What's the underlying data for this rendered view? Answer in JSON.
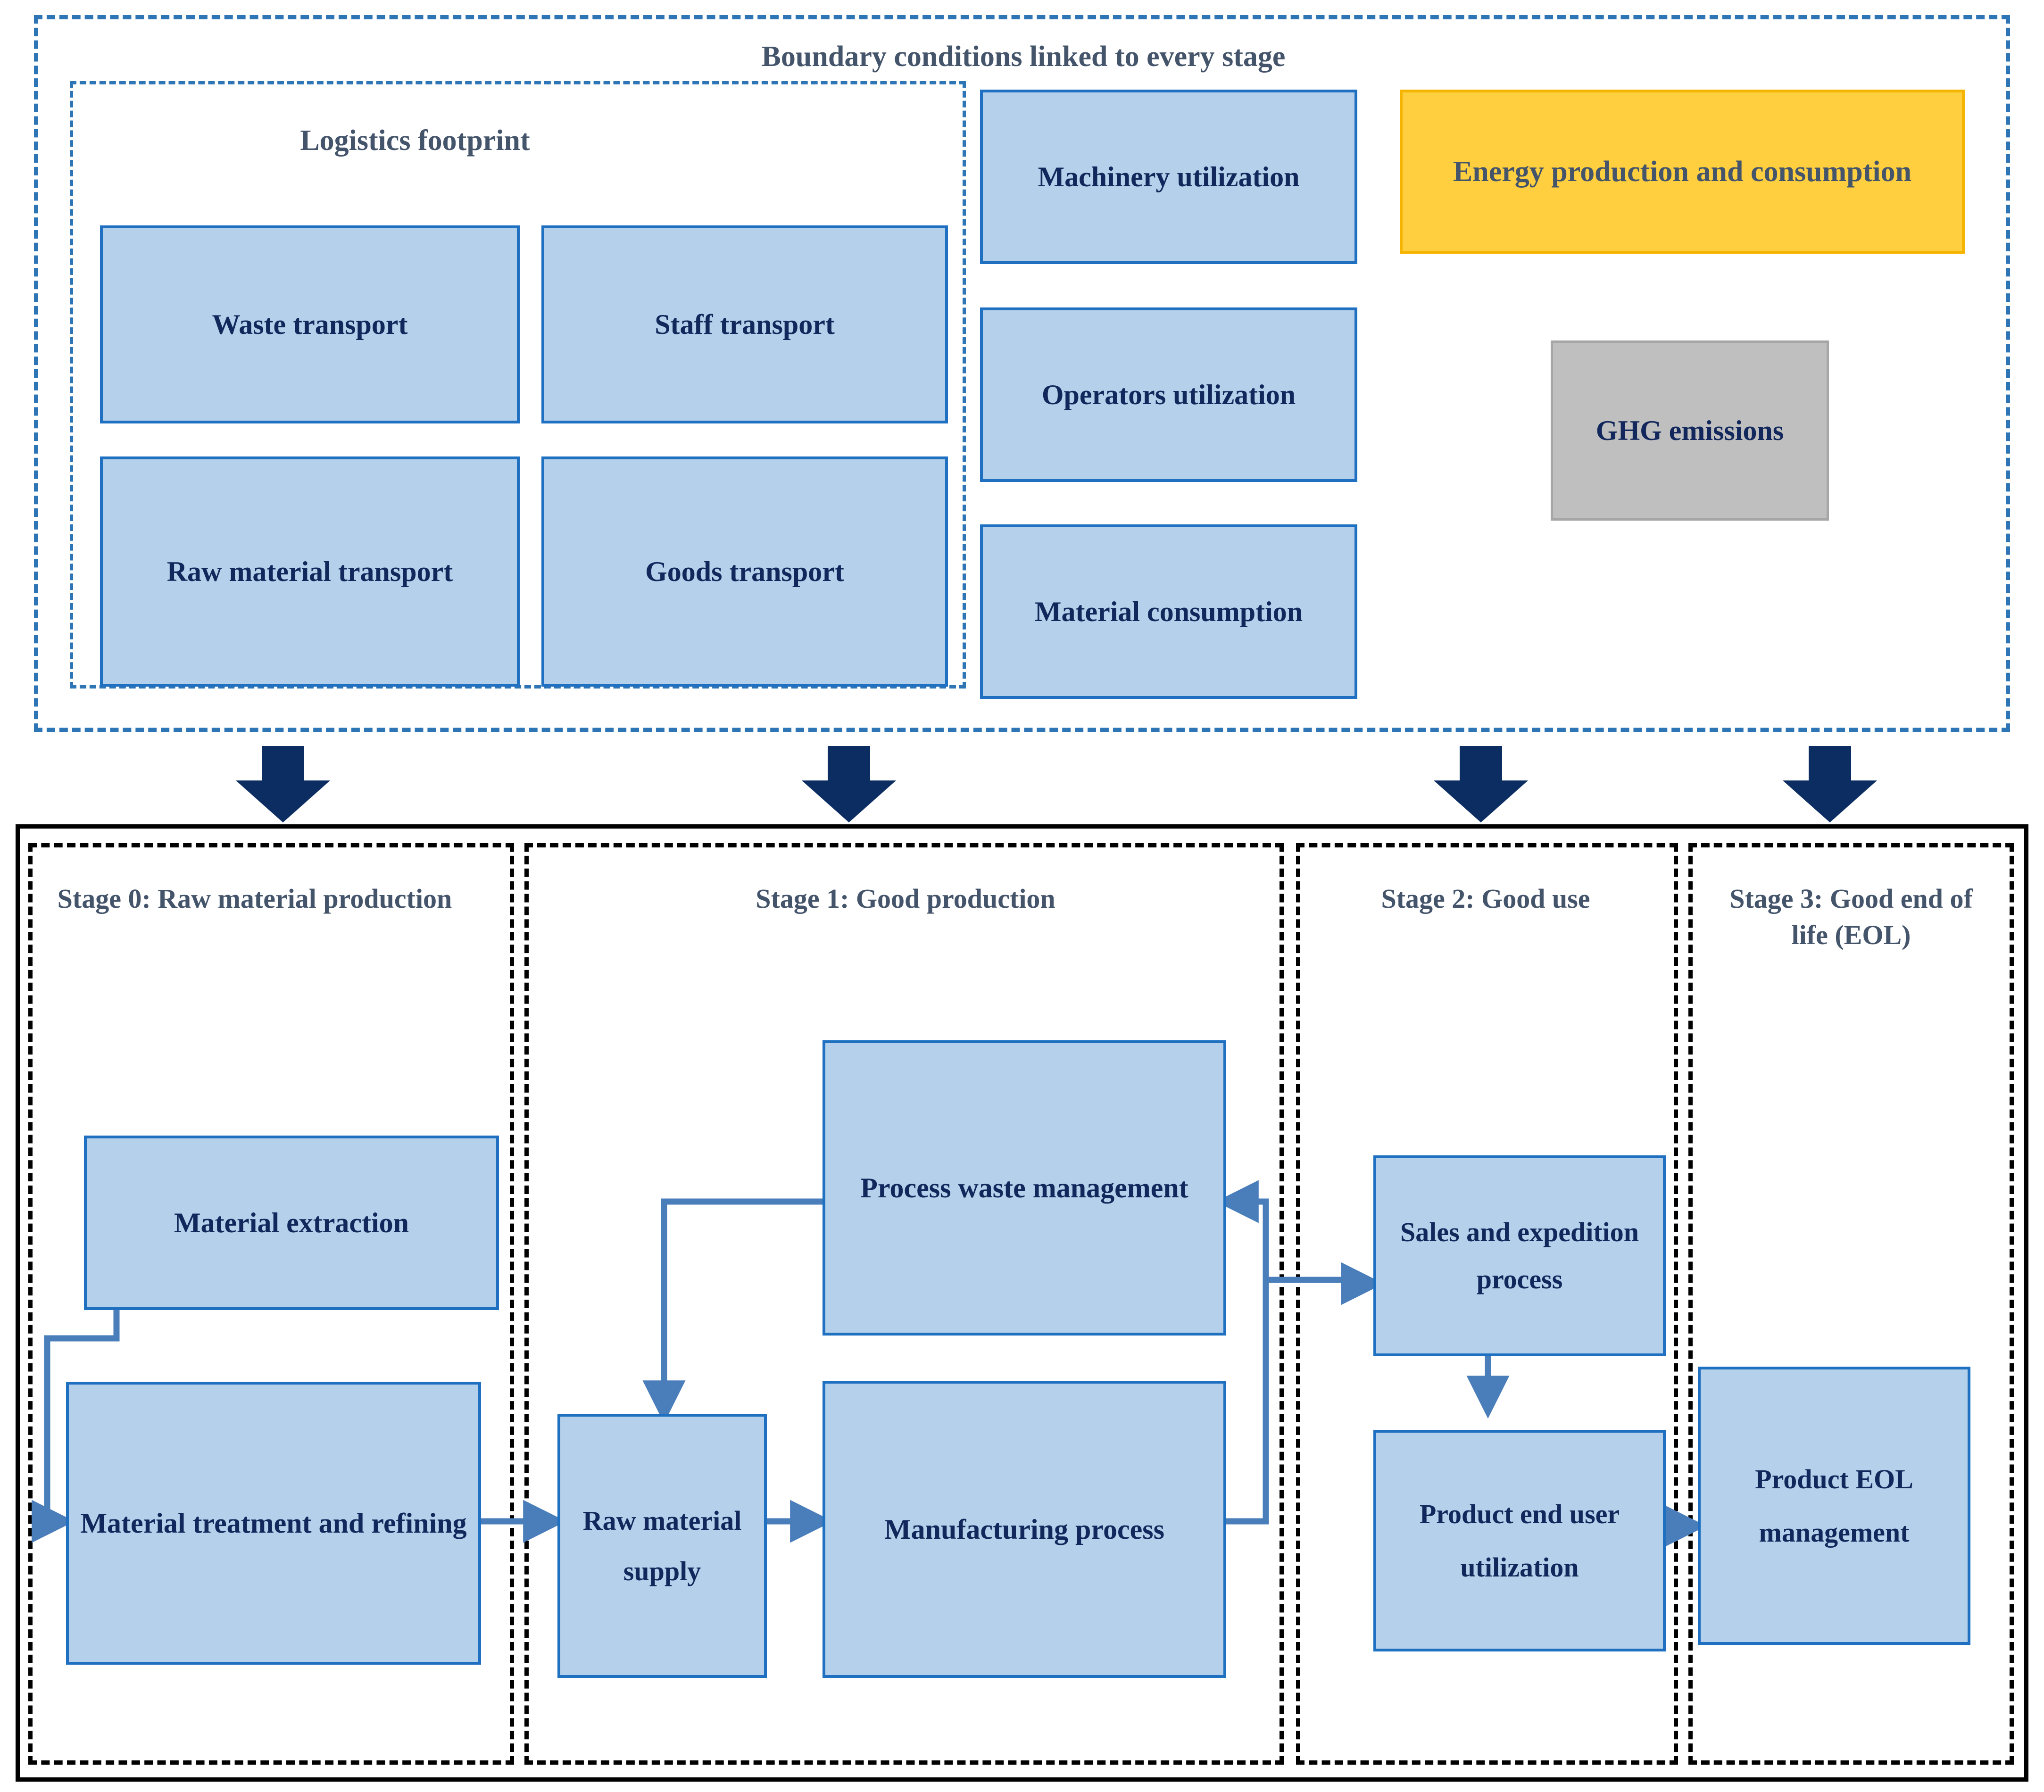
{
  "colors": {
    "box_fill": "#b4d0ea",
    "box_border": "#1f70c1",
    "box_text": "#12285c",
    "heading_text": "#44546a",
    "energy_fill": "#ffcf3f",
    "energy_border": "#f5b400",
    "ghg_fill": "#bfbfbf",
    "ghg_border": "#a6a6a6",
    "outer_dash": "#2e75b6",
    "stage_dash": "#000000",
    "connector": "#4a7ebb",
    "big_arrow": "#0b2d62"
  },
  "boundary": {
    "title": "Boundary conditions linked to every stage",
    "logistics": {
      "title": "Logistics footprint",
      "items": [
        {
          "label": "Waste transport"
        },
        {
          "label": "Staff transport"
        },
        {
          "label": "Raw material transport"
        },
        {
          "label": "Goods transport"
        }
      ]
    },
    "utilization": [
      {
        "label": "Machinery utilization"
      },
      {
        "label": "Operators utilization"
      },
      {
        "label": "Material consumption"
      }
    ],
    "energy": {
      "label": "Energy production and consumption"
    },
    "ghg": {
      "label": "GHG emissions"
    }
  },
  "lifecycle": {
    "stages": [
      {
        "id": "stage-0",
        "title": "Stage 0: Raw material production",
        "nodes": [
          {
            "id": "material-extraction",
            "label": "Material extraction"
          },
          {
            "id": "material-treatment",
            "label": "Material treatment and refining"
          }
        ]
      },
      {
        "id": "stage-1",
        "title": "Stage 1: Good production",
        "nodes": [
          {
            "id": "process-waste-management",
            "label": "Process waste management"
          },
          {
            "id": "raw-material-supply",
            "label": "Raw material supply"
          },
          {
            "id": "manufacturing-process",
            "label": "Manufacturing process"
          }
        ]
      },
      {
        "id": "stage-2",
        "title": "Stage 2: Good use",
        "nodes": [
          {
            "id": "sales-expedition",
            "label": "Sales and expedition process"
          },
          {
            "id": "product-end-user",
            "label": "Product end user utilization"
          }
        ]
      },
      {
        "id": "stage-3",
        "title": "Stage 3: Good end of life (EOL)",
        "nodes": [
          {
            "id": "product-eol",
            "label": "Product EOL management"
          }
        ]
      }
    ],
    "flows": [
      {
        "from": "material-extraction",
        "to": "material-treatment"
      },
      {
        "from": "material-treatment",
        "to": "raw-material-supply"
      },
      {
        "from": "raw-material-supply",
        "to": "manufacturing-process"
      },
      {
        "from": "manufacturing-process",
        "to": "process-waste-management"
      },
      {
        "from": "manufacturing-process",
        "to": "sales-expedition"
      },
      {
        "from": "process-waste-management",
        "to": "raw-material-supply"
      },
      {
        "from": "sales-expedition",
        "to": "product-end-user"
      },
      {
        "from": "product-end-user",
        "to": "product-eol"
      }
    ],
    "boundary_arrows": 4
  }
}
